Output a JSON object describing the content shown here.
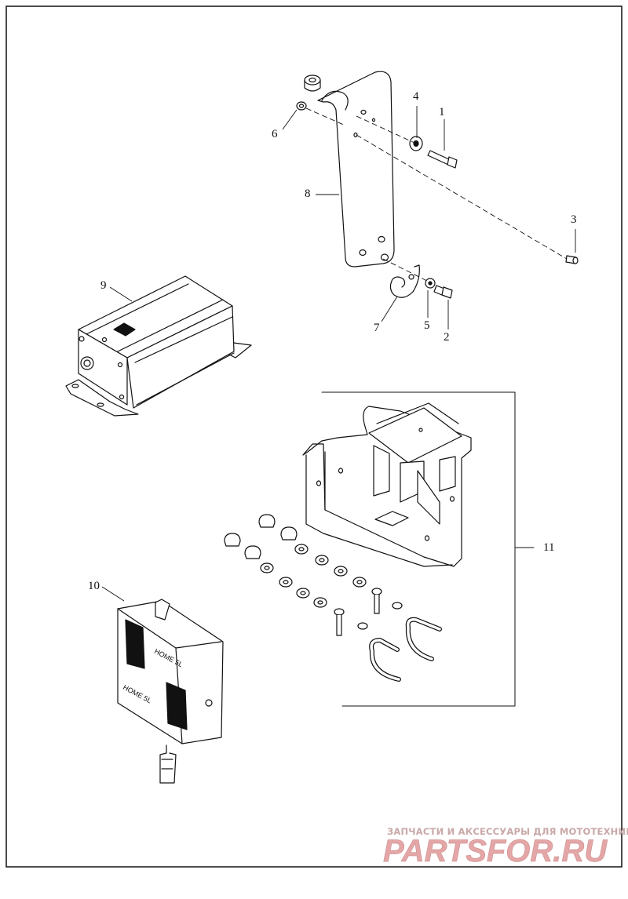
{
  "callouts": {
    "c1": "1",
    "c2": "2",
    "c3": "3",
    "c4": "4",
    "c5": "5",
    "c6": "6",
    "c7": "7",
    "c8": "8",
    "c9": "9",
    "c10": "10",
    "c11": "11"
  },
  "watermark": {
    "top_text": "ЗАПЧАСТИ И АКСЕССУАРЫ ДЛЯ МОТОТЕХНИКИ",
    "logo_text": "PARTSFOR.RU"
  },
  "part_labels": {
    "module_label": "HOME 5L"
  },
  "colors": {
    "line": "#111111",
    "watermark_primary": "#e0a8a8",
    "watermark_secondary": "#c9a8a8"
  }
}
